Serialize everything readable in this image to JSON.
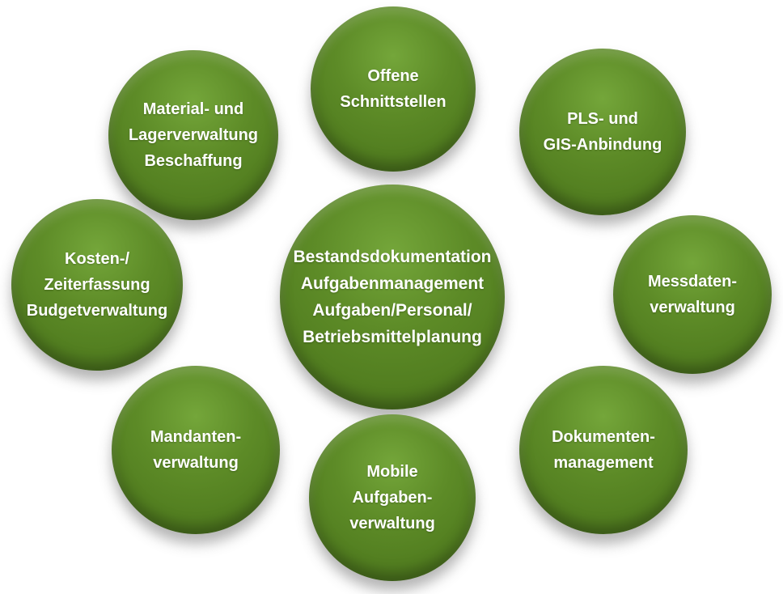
{
  "diagram": {
    "title": "feature-bubble-diagram",
    "colors": {
      "bubble_green": "#527e20",
      "bubble_green_light": "#74a63a",
      "bubble_green_dark": "#41651a",
      "text": "#ffffff",
      "background": "#ffffff"
    },
    "center": {
      "id": "core-functions",
      "lines": [
        "Bestandsdokumentation",
        "Aufgabenmanagement",
        "Aufgaben/Personal/",
        "Betriebsmittelplanung"
      ]
    },
    "satellites": [
      {
        "id": "offene-schnittstellen",
        "lines": [
          "Offene",
          "Schnittstellen"
        ]
      },
      {
        "id": "material-lagerverwaltung",
        "lines": [
          "Material- und",
          "Lagerverwaltung",
          "Beschaffung"
        ]
      },
      {
        "id": "pls-gis-anbindung",
        "lines": [
          "PLS- und",
          "GIS-Anbindung"
        ]
      },
      {
        "id": "kosten-zeiterfassung",
        "lines": [
          "Kosten-/",
          "Zeiterfassung",
          "Budgetverwaltung"
        ]
      },
      {
        "id": "messdatenverwaltung",
        "lines": [
          "Messdaten-",
          "verwaltung"
        ]
      },
      {
        "id": "mandantenverwaltung",
        "lines": [
          "Mandanten-",
          "verwaltung"
        ]
      },
      {
        "id": "mobile-aufgabenverwaltung",
        "lines": [
          "Mobile",
          "Aufgaben-",
          "verwaltung"
        ]
      },
      {
        "id": "dokumentenmanagement",
        "lines": [
          "Dokumenten-",
          "management"
        ]
      }
    ]
  }
}
